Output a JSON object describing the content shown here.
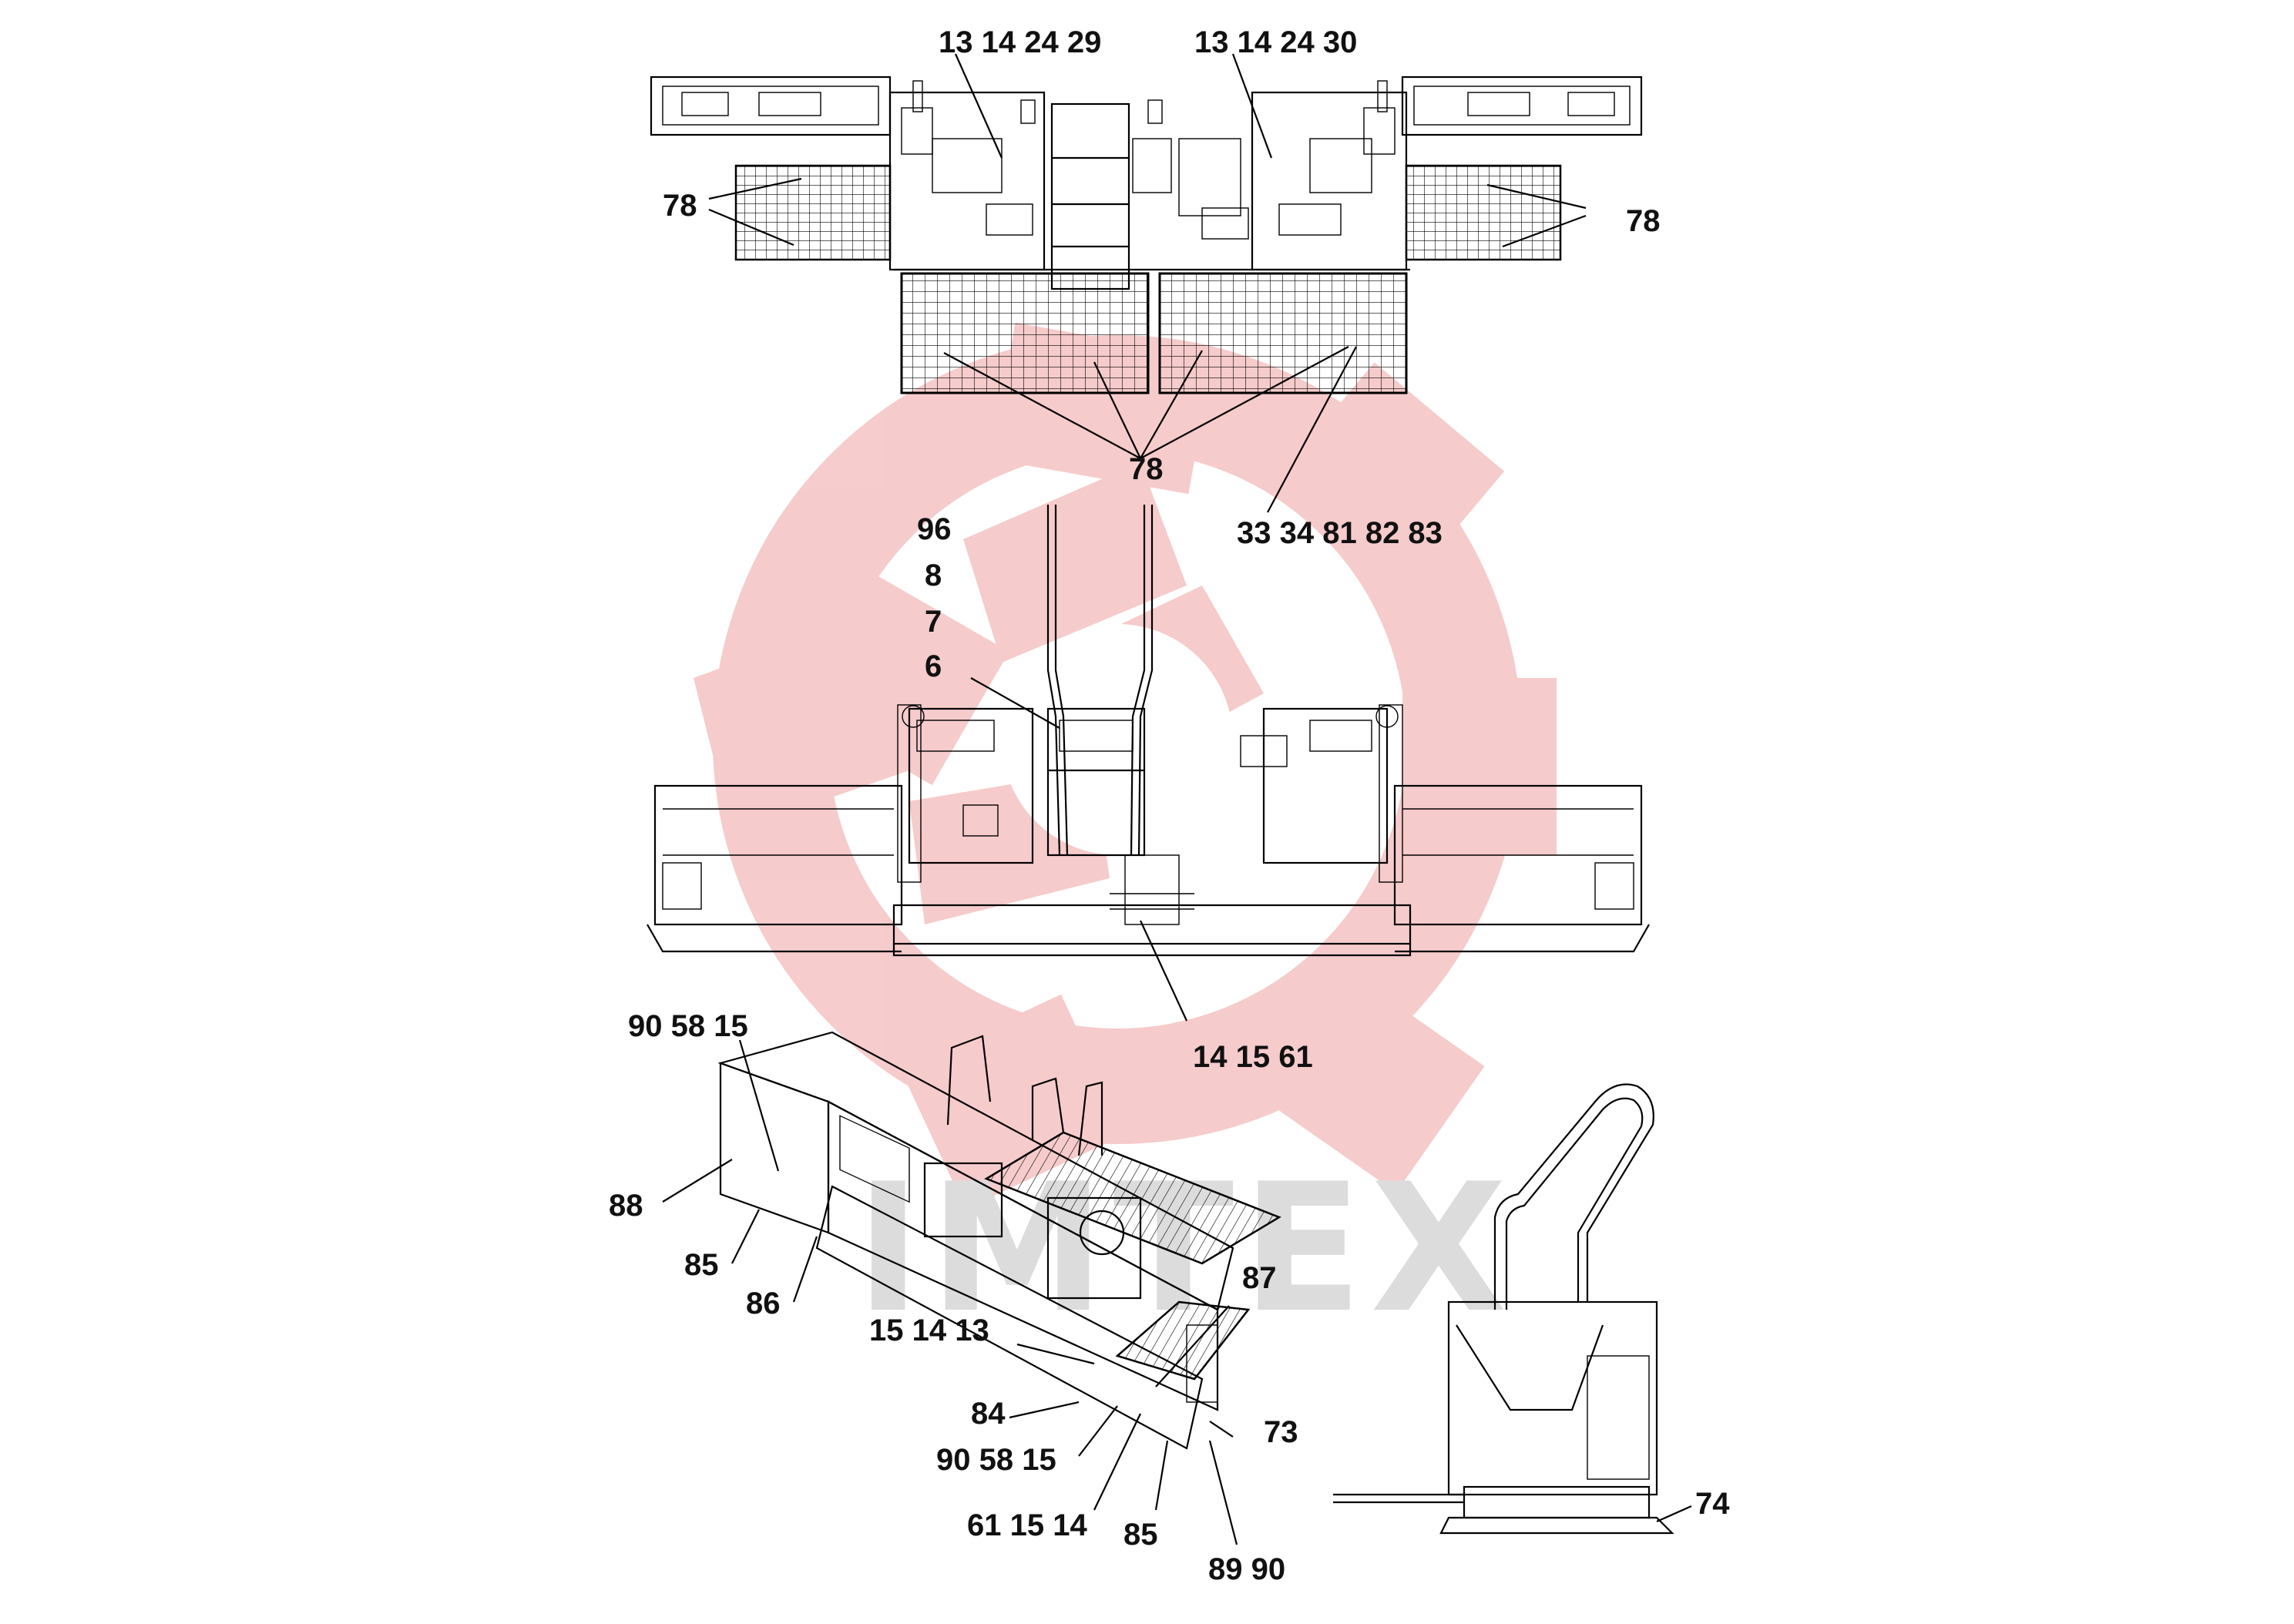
{
  "colors": {
    "watermark_red": "#f6c9c9",
    "watermark_gray": "#dcdcdc",
    "ink": "#000000"
  },
  "watermark": {
    "brand_text": "IMTEX",
    "icon": "gear-watermark-icon"
  },
  "top_view": {
    "labels": {
      "l1": "13 14 24 29",
      "l2": "13 14 24 30",
      "l3": "78",
      "l4": "78",
      "l5": "78",
      "l6": "33 34 81 82 83"
    }
  },
  "front_view": {
    "labels": {
      "l1": "96",
      "l2": "8",
      "l3": "7",
      "l4": "6",
      "l5": "14 15 61"
    }
  },
  "iso_view": {
    "labels": {
      "l1": "90 58 15",
      "l2": "88",
      "l3": "85",
      "l4": "86",
      "l5": "87",
      "l6": "15 14 13",
      "l7": "84",
      "l8": "90 58 15",
      "l9": "73",
      "l10": "61 15 14",
      "l11": "85",
      "l12": "89 90"
    }
  },
  "side_view": {
    "labels": {
      "l1": "74"
    }
  }
}
